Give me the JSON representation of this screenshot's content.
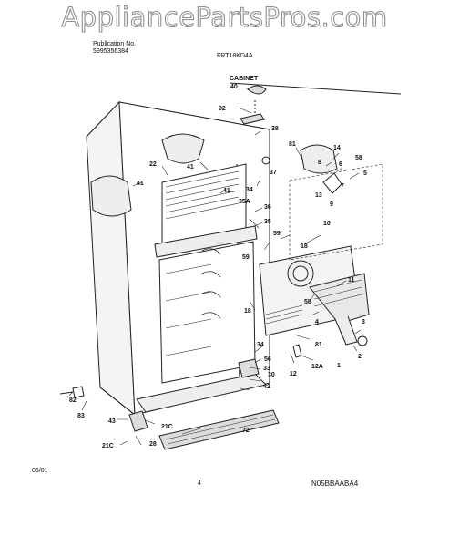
{
  "watermark": "AppliancePartsPros.com",
  "header": {
    "publication_label": "Publication No.",
    "publication_number": "5995356384",
    "model": "FRT18KD4A",
    "section": "CABINET"
  },
  "footer": {
    "date": "06/01",
    "page": "4",
    "code": "N05BBAABA4"
  },
  "callouts": [
    "40",
    "92",
    "38",
    "81",
    "14",
    "58",
    "8",
    "6",
    "5",
    "13",
    "9",
    "7",
    "22",
    "41",
    "41",
    "41",
    "37",
    "34",
    "36",
    "35A",
    "35",
    "10",
    "59",
    "18",
    "59",
    "11",
    "18",
    "58",
    "4",
    "3",
    "2",
    "34",
    "56",
    "1",
    "81",
    "12",
    "12A",
    "33",
    "30",
    "42",
    "82",
    "83",
    "43",
    "21C",
    "72",
    "28",
    "21C"
  ]
}
